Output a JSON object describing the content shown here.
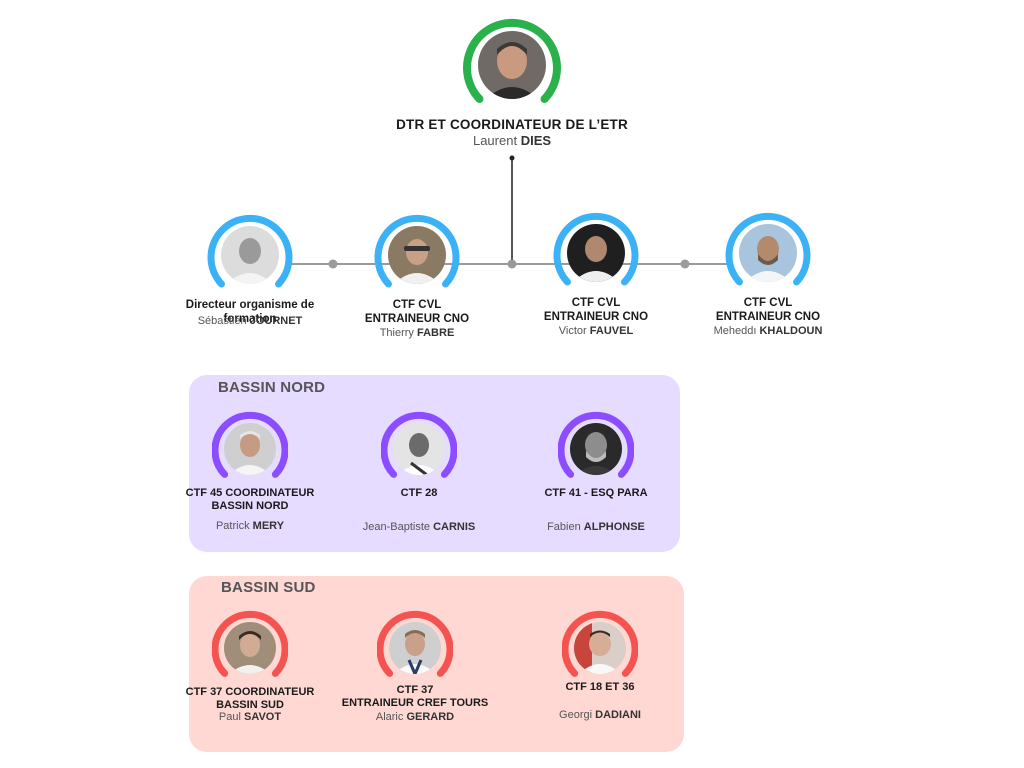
{
  "colors": {
    "top_ring": "#2bb14c",
    "staff_ring": "#3bb2f5",
    "nord_ring": "#8b4dff",
    "sud_ring": "#f5534f",
    "nord_bg": "#e6dcff",
    "sud_bg": "#ffd8d3"
  },
  "top": {
    "role": "DTR ET COORDINATEUR DE L’ETR",
    "first": "Laurent",
    "last": "DIES"
  },
  "staff": [
    {
      "role_l1": "Directeur organisme de",
      "role_l2": "formation",
      "first": "Sébastien",
      "last": "JOURNET"
    },
    {
      "role_l1": "CTF CVL",
      "role_l2": "ENTRAINEUR CNO",
      "first": "Thierry",
      "last": "FABRE"
    },
    {
      "role_l1": "CTF CVL",
      "role_l2": "ENTRAINEUR CNO",
      "first": "Victor",
      "last": "FAUVEL"
    },
    {
      "role_l1": "CTF CVL",
      "role_l2": "ENTRAINEUR CNO",
      "first": "Meheddı",
      "last": "KHALDOUN"
    }
  ],
  "nord": {
    "title": "BASSIN NORD",
    "members": [
      {
        "role_l1": "CTF 45 COORDINATEUR",
        "role_l2": "BASSIN NORD",
        "first": "Patrick",
        "last": "MERY"
      },
      {
        "role_l1": "CTF 28",
        "role_l2": "",
        "first": "Jean-Baptiste",
        "last": "CARNIS"
      },
      {
        "role_l1": "CTF 41 - ESQ PARA",
        "role_l2": "",
        "first": "Fabien",
        "last": "ALPHONSE"
      }
    ]
  },
  "sud": {
    "title": "BASSIN SUD",
    "members": [
      {
        "role_l1": "CTF 37 COORDINATEUR",
        "role_l2": "BASSIN SUD",
        "first": "Paul",
        "last": "SAVOT"
      },
      {
        "role_l1": "CTF 37",
        "role_l2": "ENTRAINEUR CREF TOURS",
        "first": "Alaric",
        "last": "GERARD"
      },
      {
        "role_l1": "CTF 18 ET 36",
        "role_l2": "",
        "first": "Georgi",
        "last": "DADIANI"
      }
    ]
  }
}
